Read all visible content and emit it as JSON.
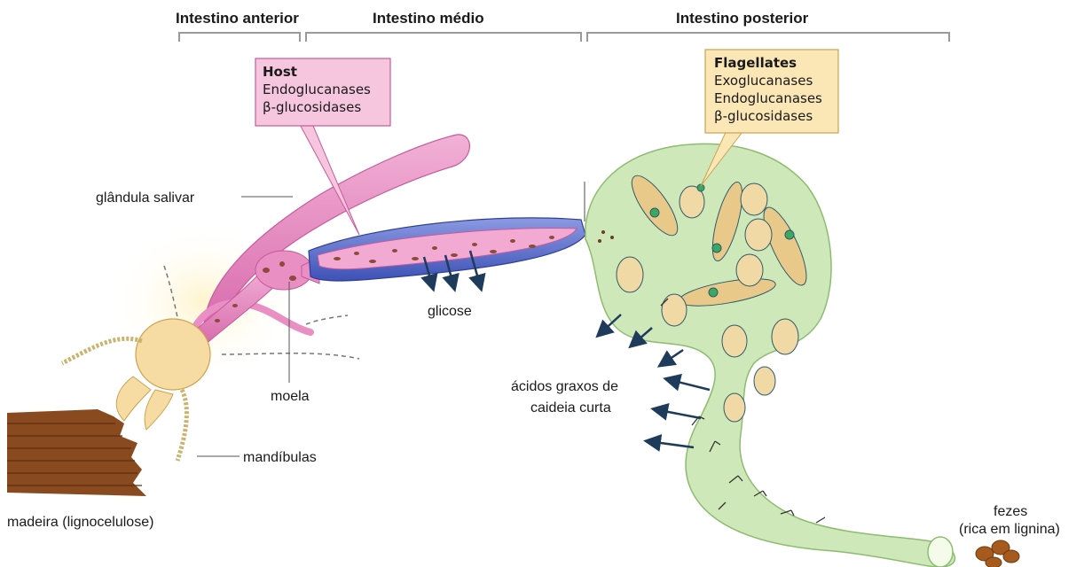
{
  "headers": {
    "anterior": "Intestino anterior",
    "medio": "Intestino médio",
    "posterior": "Intestino posterior"
  },
  "host_box": {
    "title": "Host",
    "lines": [
      "Endoglucanases",
      "β-glucosidases"
    ]
  },
  "flagellates_box": {
    "title": "Flagellates",
    "lines": [
      "Exoglucanases",
      "Endoglucanases",
      "β-glucosidases"
    ]
  },
  "labels": {
    "salivary": "glândula salivar",
    "glucose": "glicose",
    "gizzard": "moela",
    "mandibles": "mandíbulas",
    "wood": "madeira (lignocelulose)",
    "scfa_line1": "ácidos graxos de",
    "scfa_line2": "caideia curta",
    "feces_line1": "fezes",
    "feces_line2": "(rica em lignina)"
  },
  "colors": {
    "pink": "#e98fc4",
    "blue": "#4f63c4",
    "green": "#cfe8b9",
    "box_pink": "#f5c6de",
    "box_yellow": "#fbe6b6",
    "wood": "#8a4a1f",
    "head": "#f6dca3",
    "arrow": "#1f3b5c"
  }
}
